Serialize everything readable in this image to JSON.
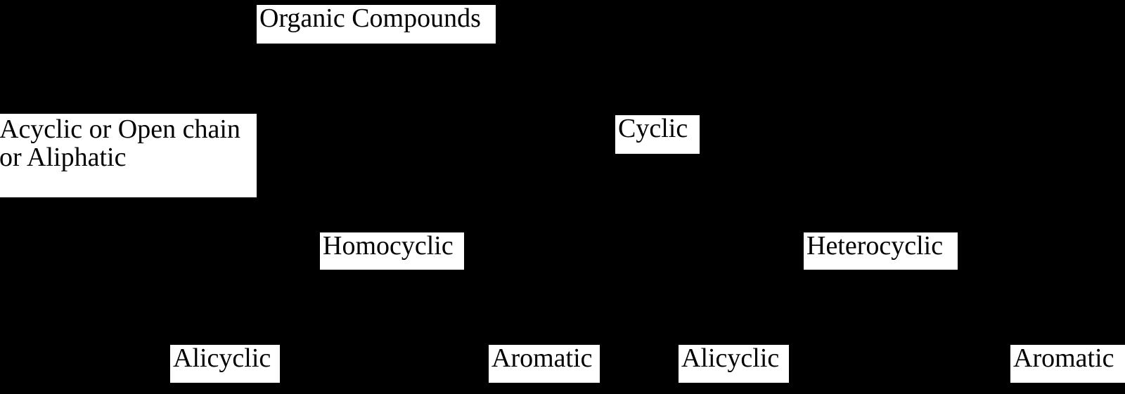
{
  "diagram": {
    "title": "Organic Compounds",
    "background_color": "#000000",
    "box_color": "#ffffff",
    "text_color": "#000000",
    "nodes": {
      "root": {
        "label": "Organic Compounds"
      },
      "acyclic": {
        "line1": "Acyclic or Open chain",
        "line2": "or Aliphatic"
      },
      "cyclic": {
        "label": "Cyclic"
      },
      "homocyclic": {
        "label": "Homocyclic"
      },
      "heterocyclic": {
        "label": "Heterocyclic"
      },
      "homo_alicyclic": {
        "label": "Alicyclic"
      },
      "homo_aromatic": {
        "label": "Aromatic"
      },
      "hetero_alicyclic": {
        "label": "Alicyclic"
      },
      "hetero_aromatic": {
        "label": "Aromatic"
      }
    },
    "edges": [
      {
        "from": "root",
        "to": "acyclic"
      },
      {
        "from": "root",
        "to": "cyclic"
      },
      {
        "from": "cyclic",
        "to": "homocyclic"
      },
      {
        "from": "cyclic",
        "to": "heterocyclic"
      },
      {
        "from": "homocyclic",
        "to": "homo_alicyclic"
      },
      {
        "from": "homocyclic",
        "to": "homo_aromatic"
      },
      {
        "from": "heterocyclic",
        "to": "hetero_alicyclic"
      },
      {
        "from": "heterocyclic",
        "to": "hetero_aromatic"
      }
    ]
  }
}
